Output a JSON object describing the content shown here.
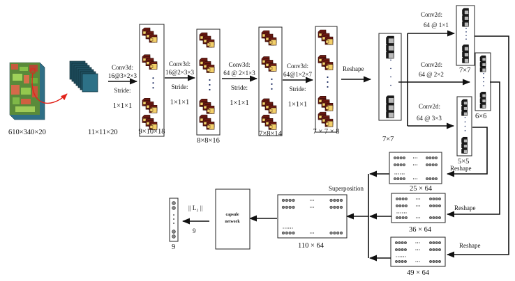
{
  "diagram": {
    "type": "network-architecture",
    "colors": {
      "cube_dark": "#6e1a12",
      "cube_light": "#f3d06a",
      "cube2d_dark": "#1b1b1b",
      "cube2d_face": "#b9b9b9",
      "input_side": "#2f6f86",
      "patch_face": "#2d7187",
      "arrow_red": "#e2231a",
      "line": "#111111"
    },
    "input": {
      "dim": "610×340×20"
    },
    "patch": {
      "dim": "11×11×20"
    },
    "conv3d": [
      {
        "label": "Conv3d:",
        "filters": "16@3×2×3",
        "stride_label": "Stride:",
        "stride": "1×1×1",
        "output_dim": "9×10×18"
      },
      {
        "label": "Conv3d:",
        "filters": "16@2×3×3",
        "stride_label": "Stride:",
        "stride": "1×1×1",
        "output_dim": "8×8×16"
      },
      {
        "label": "Conv3d:",
        "filters": "64 @ 2×1×3",
        "stride_label": "Stride:",
        "stride": "1×1×1",
        "output_dim": "7×8×14"
      },
      {
        "label": "Conv3d:",
        "filters": "64@1×2×7",
        "stride_label": "Stride:",
        "stride": "1×1×1",
        "output_dim": "7 × 7 × 8"
      }
    ],
    "reshape_label": "Reshape",
    "reshape_out_dim": "7×7",
    "conv2d": [
      {
        "label": "Conv2d:",
        "filters": "64 @ 1×1",
        "output_dim": "7×7"
      },
      {
        "label": "Conv2d:",
        "filters": "64 @ 2×2",
        "output_dim": "6×6"
      },
      {
        "label": "Conv2d:",
        "filters": "64 @ 3×3",
        "output_dim": "5×5"
      }
    ],
    "reshape_blocks": [
      {
        "label": "Reshape",
        "dim": "25 × 64"
      },
      {
        "label": "Reshape",
        "dim": "36 × 64"
      },
      {
        "label": "Reshape",
        "dim": "49 × 64"
      }
    ],
    "matrix_row": "oooo ··· oooo",
    "matrix_gap": "......",
    "superposition_label": "Superposition",
    "superposed_dim": "110 × 64",
    "capsule": {
      "line1": "capsule",
      "line2": "network"
    },
    "norm_label": "|| L₂ ||",
    "norm_count": "9",
    "output_dim": "9"
  }
}
